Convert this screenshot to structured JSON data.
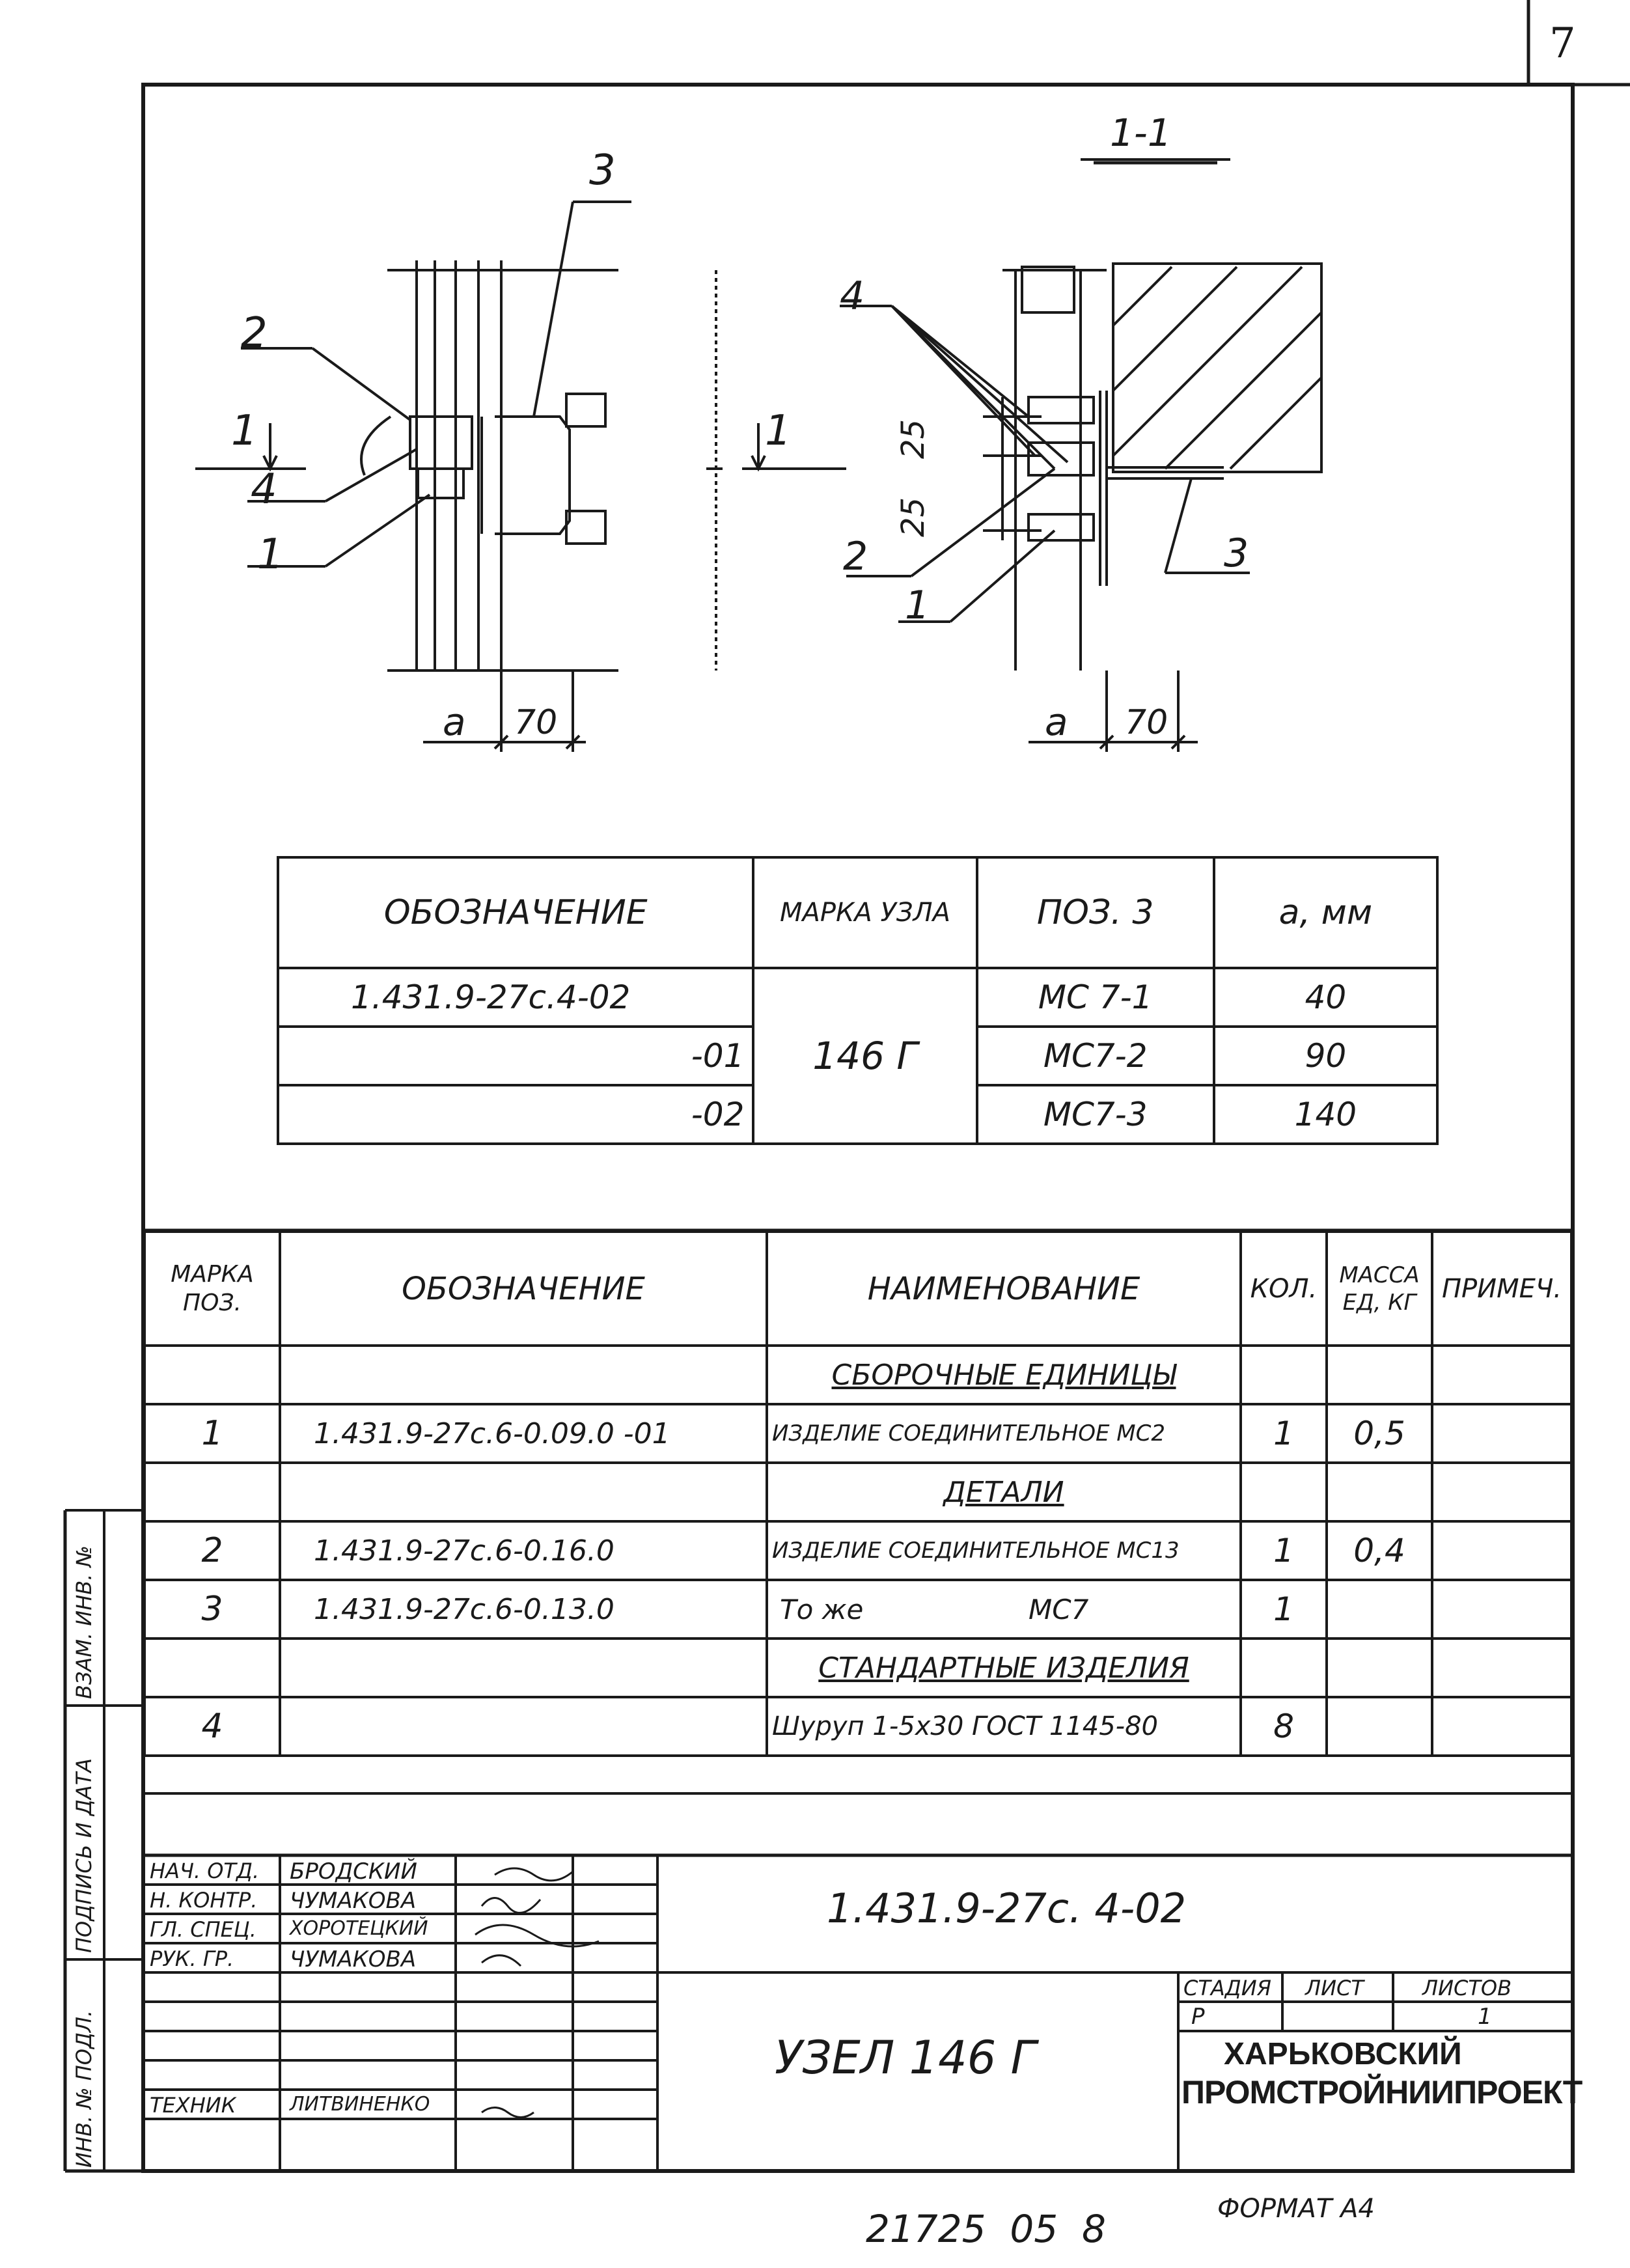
{
  "page_number": "7",
  "section_mark": "1-1",
  "detail_left": {
    "callouts": [
      "3",
      "2",
      "1",
      "4",
      "1",
      "1"
    ],
    "dims": [
      "a",
      "70"
    ]
  },
  "detail_right": {
    "callouts": [
      "4",
      "25",
      "25",
      "2",
      "1",
      "3"
    ],
    "dims": [
      "a",
      "70"
    ]
  },
  "variant_table": {
    "headers": [
      "ОБОЗНАЧЕНИЕ",
      "МАРКА УЗЛА",
      "ПОЗ. 3",
      "a, мм"
    ],
    "rows": [
      {
        "designation": "1.431.9-27с.4-02",
        "part": "МС 7-1",
        "a": "40"
      },
      {
        "designation": "-01",
        "part": "МС7-2",
        "a": "90"
      },
      {
        "designation": "-02",
        "part": "МС7-3",
        "a": "140"
      }
    ],
    "node_mark": "146 Г"
  },
  "spec_table": {
    "headers": {
      "pos": "МАРКА ПОЗ.",
      "designation": "ОБОЗНАЧЕНИЕ",
      "name": "НАИМЕНОВАНИЕ",
      "qty": "КОЛ.",
      "mass": "МАССА ЕД, КГ",
      "note": "ПРИМЕЧ."
    },
    "rows": [
      {
        "pos": "",
        "designation": "",
        "name": "СБОРОЧНЫЕ ЕДИНИЦЫ",
        "qty": "",
        "mass": "",
        "section": true
      },
      {
        "pos": "1",
        "designation": "1.431.9-27с.6-0.09.0 -01",
        "name": "ИЗДЕЛИЕ СОЕДИНИТЕЛЬНОЕ МС2",
        "qty": "1",
        "mass": "0,5"
      },
      {
        "pos": "",
        "designation": "",
        "name": "ДЕТАЛИ",
        "qty": "",
        "mass": "",
        "section": true
      },
      {
        "pos": "2",
        "designation": "1.431.9-27с.6-0.16.0",
        "name": "ИЗДЕЛИЕ СОЕДИНИТЕЛЬНОЕ МС13",
        "qty": "1",
        "mass": "0,4"
      },
      {
        "pos": "3",
        "designation": "1.431.9-27с.6-0.13.0",
        "name": "То же                   МС7",
        "qty": "1",
        "mass": ""
      },
      {
        "pos": "",
        "designation": "",
        "name": "СТАНДАРТНЫЕ ИЗДЕЛИЯ",
        "qty": "",
        "mass": "",
        "section": true
      },
      {
        "pos": "4",
        "designation": "",
        "name": "Шуруп 1-5х30 ГОСТ 1145-80",
        "qty": "8",
        "mass": ""
      }
    ]
  },
  "side_stamp": [
    "ИНВ. № ПОДЛ.",
    "ПОДПИСЬ И ДАТА",
    "ВЗАМ. ИНВ. №"
  ],
  "title_block": {
    "people": [
      {
        "role": "НАЧ. ОТД.",
        "name": "БРОДСКИЙ"
      },
      {
        "role": "Н. КОНТР.",
        "name": "ЧУМАКОВА"
      },
      {
        "role": "ГЛ. СПЕЦ.",
        "name": "ХОРОТЕЦКИЙ"
      },
      {
        "role": "РУК. ГР.",
        "name": "ЧУМАКОВА"
      },
      {
        "role": "",
        "name": ""
      },
      {
        "role": "",
        "name": ""
      },
      {
        "role": "ТЕХНИК",
        "name": "ЛИТВИНЕНКО"
      }
    ],
    "doc_code": "1.431.9-27с. 4-02",
    "title": "УЗЕЛ 146 Г",
    "stage_label": "СТАДИЯ",
    "sheet_label": "ЛИСТ",
    "sheets_label": "ЛИСТОВ",
    "stage": "Р",
    "sheets": "1",
    "org_line1": "ХАРЬКОВСКИЙ",
    "org_line2": "ПРОМСТРОЙНИИПРОЕКТ"
  },
  "footer_number": "21725  05  8",
  "format": "ФОРМАТ А4"
}
